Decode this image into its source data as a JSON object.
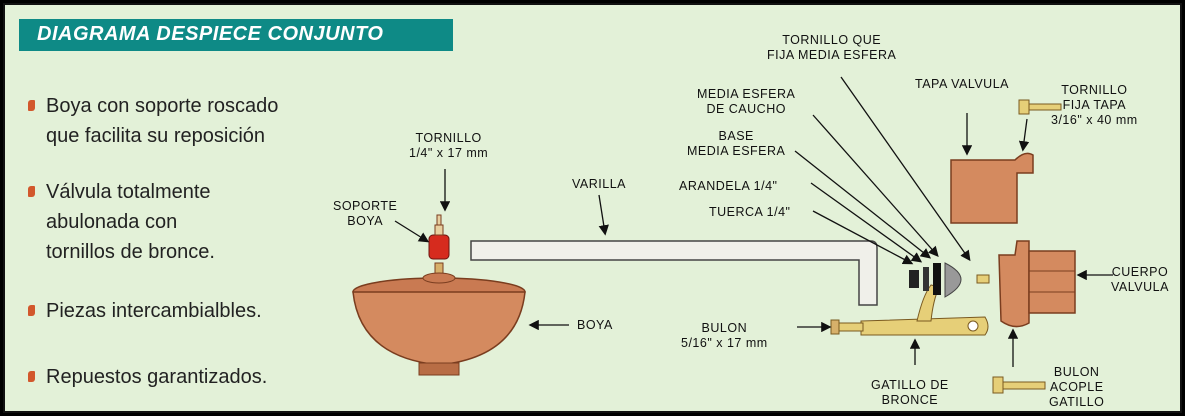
{
  "title": "DIAGRAMA DESPIECE CONJUNTO",
  "bullets": [
    "Boya con soporte roscado\nque facilita su reposición",
    "Válvula totalmente\nabulonada con\ntornillos de bronce.",
    "Piezas intercambialbles.",
    "Repuestos garantizados."
  ],
  "labels": {
    "tornillo": "TORNILLO\n1/4\" x 17 mm",
    "soporte_boya": "SOPORTE\nBOYA",
    "varilla": "VARILLA",
    "boya": "BOYA",
    "bulon": "BULON\n5/16\" x 17 mm",
    "gatillo_bronce": "GATILLO DE\nBRONCE",
    "media_esfera_caucho": "MEDIA ESFERA\nDE CAUCHO",
    "base_media_esfera": "BASE\nMEDIA ESFERA",
    "arandela": "ARANDELA 1/4\"",
    "tuerca": "TUERCA 1/4\"",
    "tornillo_que_fija": "TORNILLO QUE\nFIJA MEDIA ESFERA",
    "tapa_valvula": "TAPA VALVULA",
    "tornillo_fija_tapa": "TORNILLO\nFIJA TAPA\n3/16\" x 40 mm",
    "cuerpo_valvula": "CUERPO\nVALVULA",
    "bulon_acople": "BULON\nACOPLE\nGATILLO"
  },
  "colors": {
    "background": "#e3f1d8",
    "title_bar": "#0e8a86",
    "bullet": "#d2582c",
    "part_fill": "#d48a5f",
    "part_dark": "#a85a35",
    "brass": "#e6cf78"
  }
}
